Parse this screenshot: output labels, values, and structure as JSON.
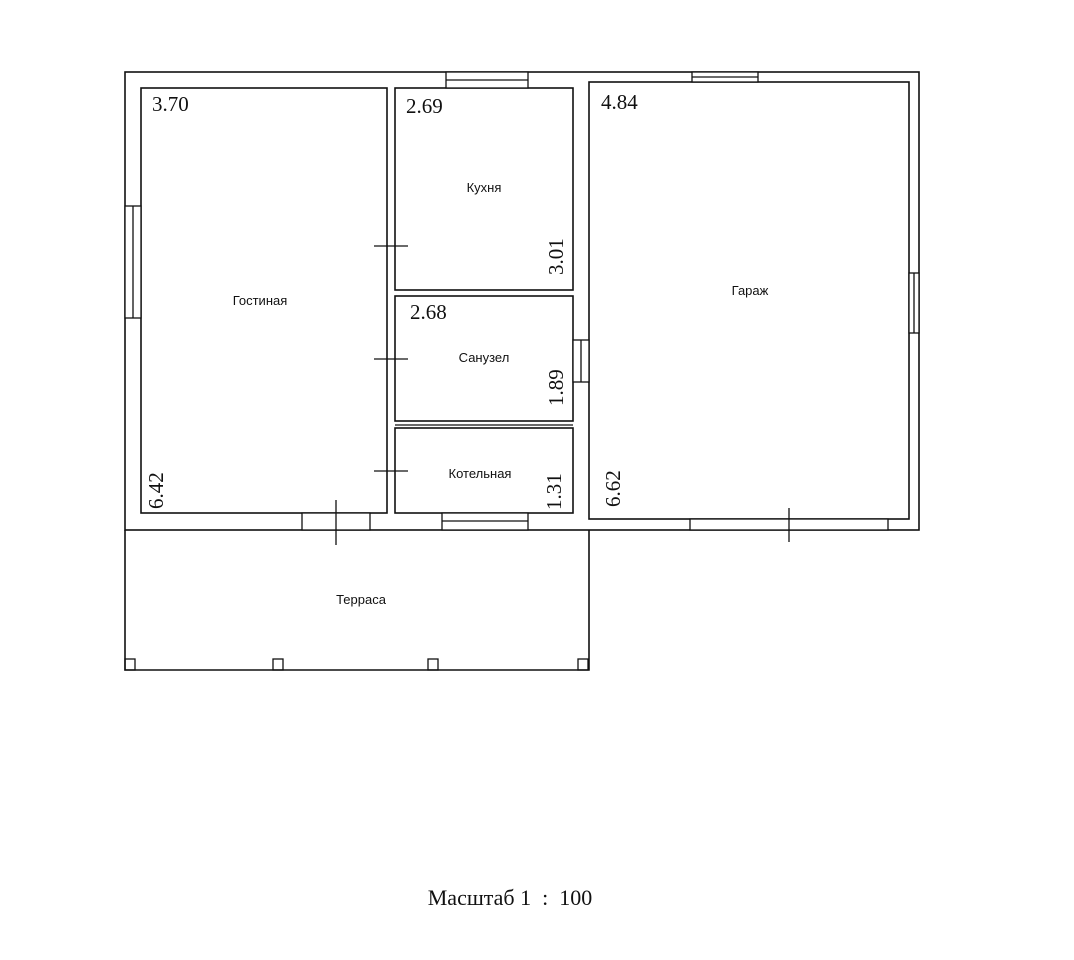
{
  "rooms": {
    "living": {
      "name": "Гостиная",
      "width": "3.70",
      "length": "6.42"
    },
    "kitchen": {
      "name": "Кухня",
      "width": "2.69",
      "length": "3.01"
    },
    "bathroom": {
      "name": "Санузел",
      "width": "2.68",
      "length": "1.89"
    },
    "boiler": {
      "name": "Котельная",
      "length": "1.31"
    },
    "garage": {
      "name": "Гараж",
      "width": "4.84",
      "length": "6.62"
    },
    "terrace": {
      "name": "Терраса"
    }
  },
  "scale": {
    "label": "Масштаб 1  :  100"
  }
}
